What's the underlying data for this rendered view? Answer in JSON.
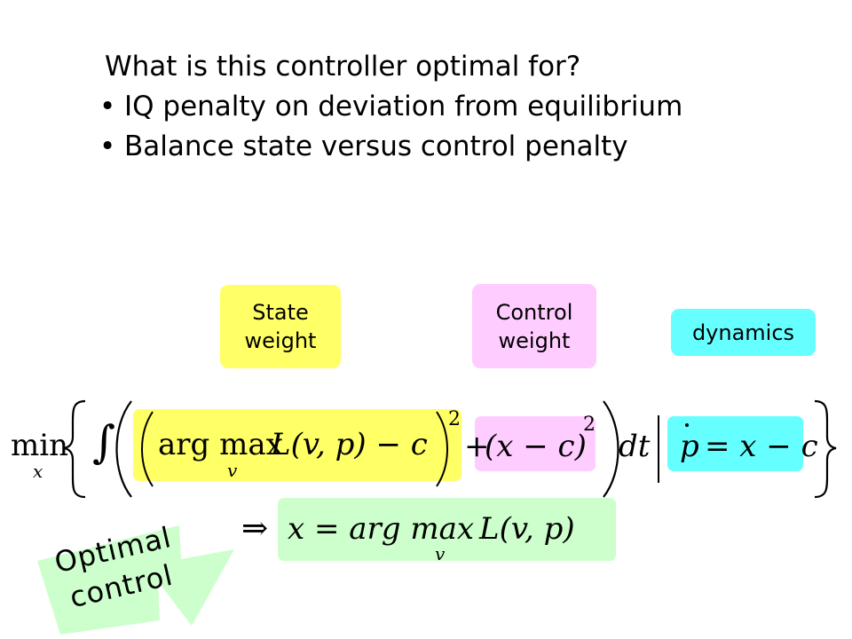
{
  "heading": "What is this controller optimal for?",
  "bullets": [
    "IQ penalty on deviation from equilibrium",
    "Balance state versus control penalty"
  ],
  "labels": {
    "state_weight": [
      "State",
      "weight"
    ],
    "control_weight": [
      "Control",
      "weight"
    ],
    "dynamics": "dynamics",
    "optimal_control": [
      "Optimal",
      "control"
    ]
  },
  "math": {
    "min": "min",
    "min_sub": "x",
    "integral": "∫",
    "argmax": "arg max",
    "argmax_sub": "v",
    "L_term": "L(v, p) − c",
    "square": "2",
    "plus": "+",
    "x_minus_c": "(x − c)",
    "dt": "dt",
    "pdot": "p",
    "dyn_rhs": "= x − c",
    "implies": "⇒",
    "result_lhs": "x = arg max",
    "result_L": "L(v, p)"
  },
  "colors": {
    "state_weight_bg": "#ffff66",
    "control_weight_bg": "#ffccff",
    "dynamics_bg": "#66ffff",
    "optimal_bg": "#ccffcc",
    "arrow_bg": "#ccffcc"
  }
}
